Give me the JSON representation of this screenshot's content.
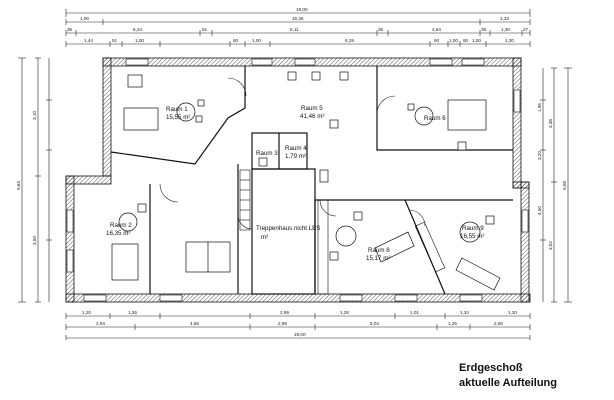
{
  "caption": {
    "title": "Erdgeschoß",
    "subtitle": "aktuelle Aufteilung"
  },
  "rooms": [
    {
      "name": "Raum 1",
      "area": "15,55 m²"
    },
    {
      "name": "Raum 2",
      "area": "16,35 m²"
    },
    {
      "name": "Raum 3",
      "area": ""
    },
    {
      "name": "Raum 4",
      "area": "1,79 m²"
    },
    {
      "name": "Raum 5",
      "area": "41,46 m²"
    },
    {
      "name": "Raum 6",
      "area": ""
    },
    {
      "name": "Treppenhaus nicht LBS",
      "area": "m²"
    },
    {
      "name": "Raum 8",
      "area": "15,17 m²"
    },
    {
      "name": "Raum 9",
      "area": "16,55 m²"
    }
  ],
  "dimensions": {
    "overall_width": "19,00",
    "overall_width_bottom": "19,00",
    "top_row2": [
      "1,00",
      "15,36",
      "1,33"
    ],
    "top_row3": [
      "36",
      "5,24",
      "51",
      "5,11",
      "36",
      "4,64",
      "36",
      "1,30",
      "27"
    ],
    "top_row4": [
      "1,44",
      "51",
      "1,00",
      "60",
      "1,00",
      "6,29",
      "60",
      "1,00",
      "60",
      "1,00",
      "1,30"
    ],
    "bottom_row1": [
      "1,20",
      "1,26",
      "2,99",
      "1,26",
      "1,01",
      "1,34",
      "1,20"
    ],
    "bottom_row2": [
      "2,94",
      "4,65",
      "2,99",
      "5,04",
      "1,26",
      "2,50"
    ],
    "left_outer": [
      "3,10",
      "9,63",
      "3,50"
    ],
    "right_outer": [
      "3,38",
      "9,58",
      "3,52"
    ],
    "right_inner": [
      "1,95",
      "3,20",
      "4,50"
    ]
  }
}
